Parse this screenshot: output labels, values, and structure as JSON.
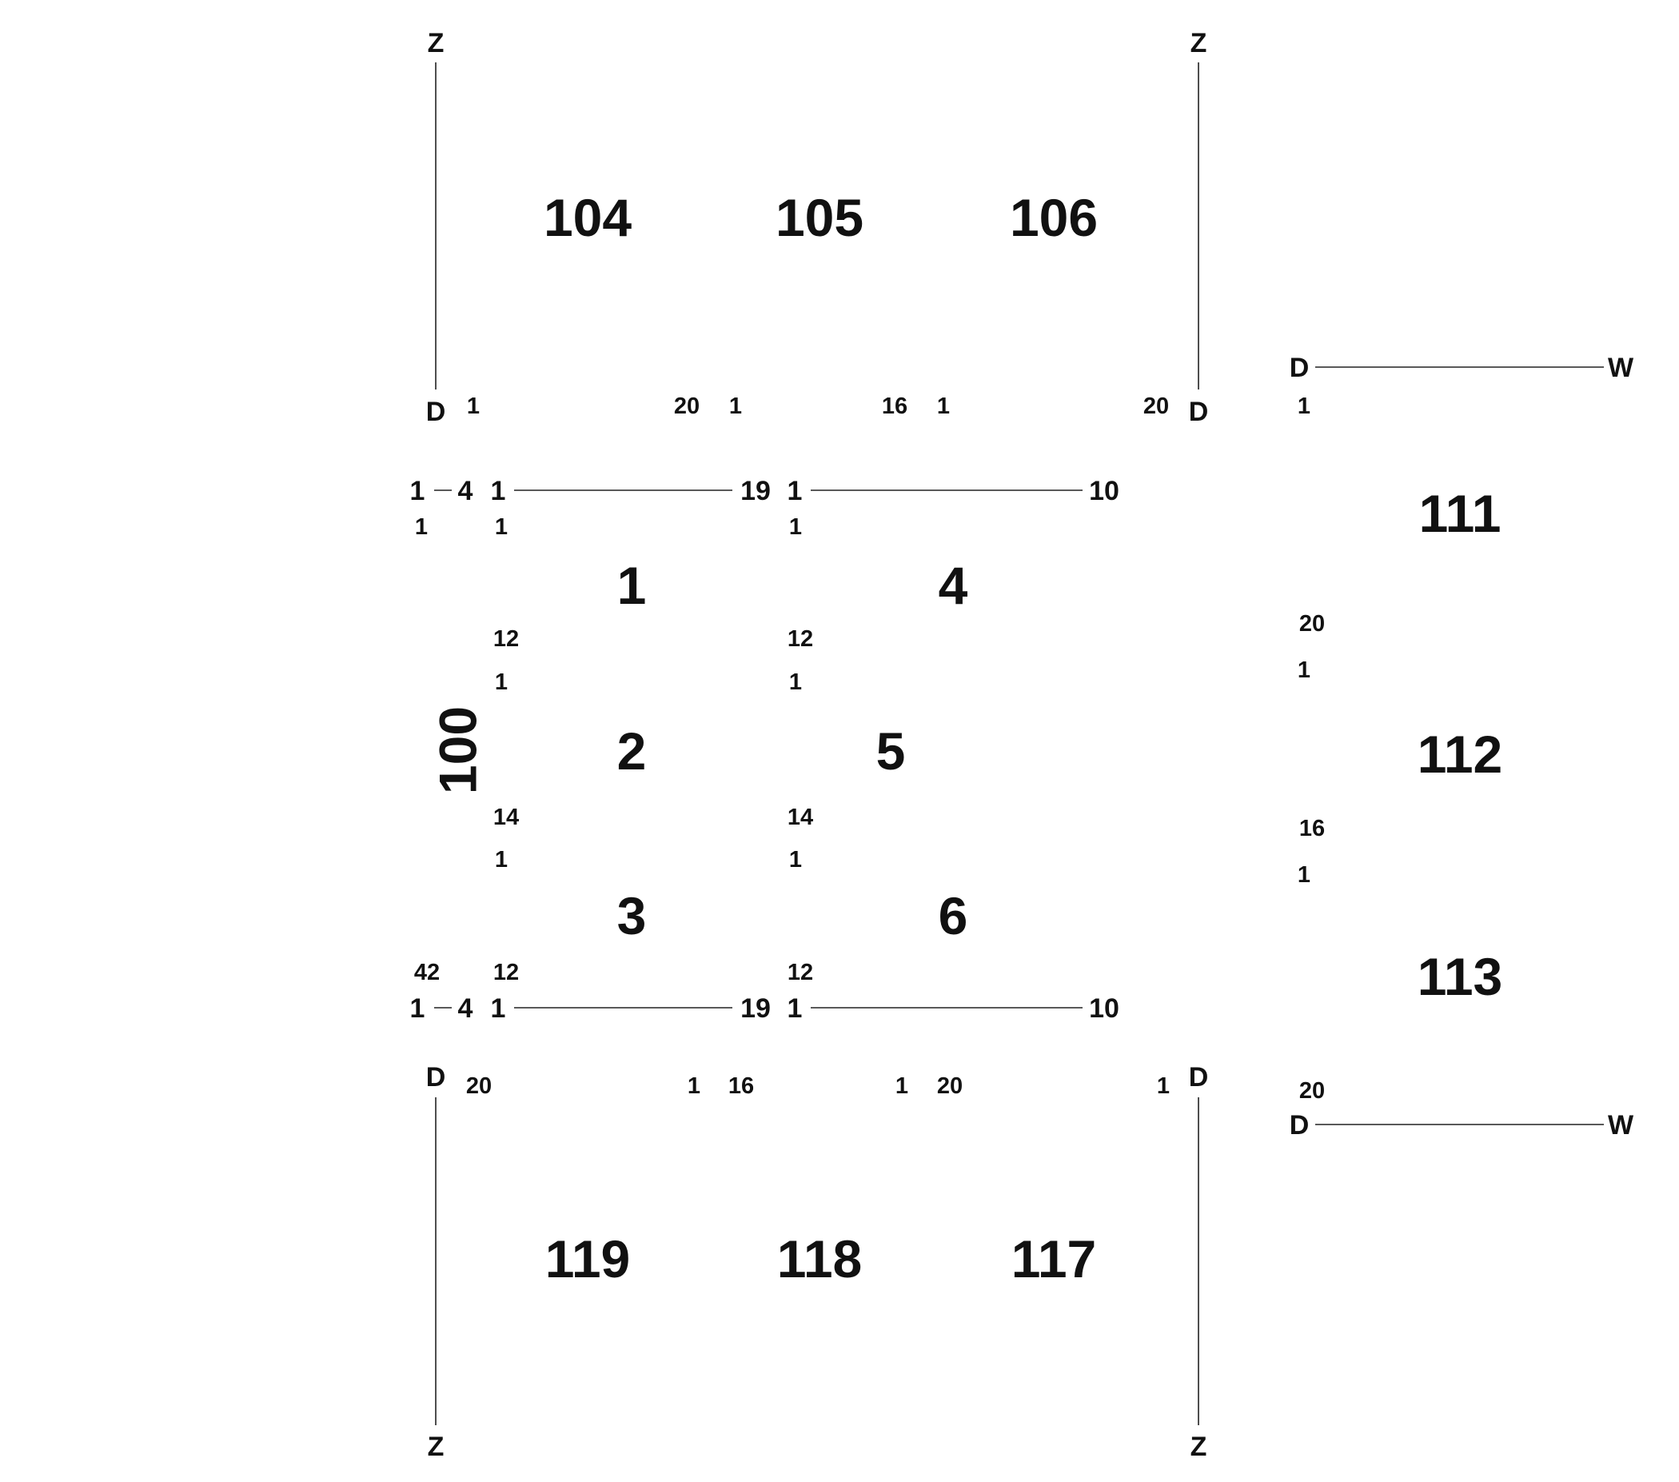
{
  "colors": {
    "ink": "#111111",
    "line": "#222222",
    "background": "#ffffff"
  },
  "blocks": {
    "top_row": [
      "104",
      "105",
      "106"
    ],
    "bottom_row": [
      "119",
      "118",
      "117"
    ],
    "right_column": [
      "111",
      "112",
      "113"
    ],
    "center_left": [
      "1",
      "2",
      "3"
    ],
    "center_right": [
      "4",
      "5",
      "6"
    ],
    "vertical": "100"
  },
  "axes": {
    "top_left": {
      "start": "Z",
      "end": "D"
    },
    "top_right": {
      "start": "Z",
      "end": "D"
    },
    "bottom_left": {
      "start": "D",
      "end": "Z"
    },
    "bottom_right": {
      "start": "D",
      "end": "Z"
    },
    "right_top": {
      "start": "D",
      "end": "W"
    },
    "right_bottom": {
      "start": "D",
      "end": "W"
    }
  },
  "scales": {
    "row_top": {
      "a": [
        "1",
        "4",
        "1"
      ],
      "b": [
        "1",
        "19",
        "1"
      ],
      "c": [
        "1",
        "10"
      ]
    },
    "row_bottom": {
      "a": [
        "1",
        "4",
        "1"
      ],
      "b": [
        "1",
        "19",
        "1"
      ],
      "c": [
        "1",
        "10"
      ]
    }
  },
  "labels": {
    "top_ticks": [
      "1",
      "20",
      "1",
      "16",
      "1",
      "20"
    ],
    "bottom_ticks": [
      "20",
      "1",
      "16",
      "1",
      "20",
      "1"
    ],
    "left_col": [
      "1",
      "1",
      "12",
      "1",
      "14",
      "1",
      "12",
      "42"
    ],
    "mid_col": [
      "1",
      "12",
      "1",
      "14",
      "1",
      "12"
    ],
    "right_col": [
      "1",
      "20",
      "1",
      "16",
      "1",
      "20"
    ]
  }
}
